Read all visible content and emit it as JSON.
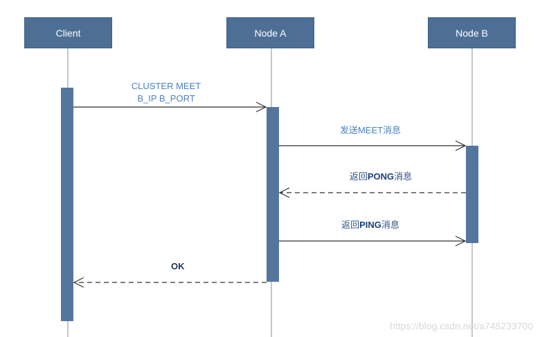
{
  "participants": {
    "client": "Client",
    "node_a": "Node A",
    "node_b": "Node B"
  },
  "messages": {
    "cluster_meet_line1": "CLUSTER MEET",
    "cluster_meet_line2": "B_IP B_PORT",
    "send_meet": "发送MEET消息",
    "return_pong_prefix": "返回",
    "return_pong_strong": "PONG",
    "return_pong_suffix": "消息",
    "return_ping_prefix": "返回",
    "return_ping_strong": "PING",
    "return_ping_suffix": "消息",
    "ok": "OK"
  },
  "watermark": "https://blog.csdn.net/a745233700",
  "colors": {
    "actor_fill": "#4e6f95",
    "lifeline": "#7f8fa3",
    "activation": "#55769c",
    "arrow": "#2f2f2f",
    "label_blue": "#4a7fbf"
  }
}
